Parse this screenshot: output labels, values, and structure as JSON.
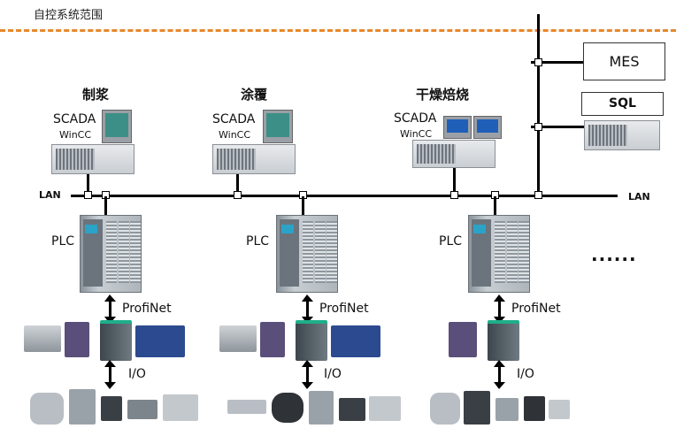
{
  "title": "自控系统范围",
  "lan_label": "LAN",
  "mes_label": "MES",
  "sql_label": "SQL",
  "plc_label": "PLC",
  "profinet_label": "ProfiNet",
  "io_label": "I/O",
  "ellipsis": "......",
  "stations": [
    {
      "name": "制浆",
      "scada": "SCADA",
      "wincc": "WinCC"
    },
    {
      "name": "涂覆",
      "scada": "SCADA",
      "wincc": "WinCC"
    },
    {
      "name": "干燥焙烧",
      "scada": "SCADA",
      "wincc": "WinCC"
    }
  ],
  "icons": {
    "server": "industrial-pc-icon",
    "monitor": "monitor-icon",
    "plc": "plc-icon",
    "io_module": "io-module-icon",
    "weighing": "weighing-terminal-icon",
    "flowmeter": "flowmeter-icon",
    "field_devices": "field-devices-icon"
  },
  "colors": {
    "range_line": "#e8872a",
    "network": "#000000"
  }
}
